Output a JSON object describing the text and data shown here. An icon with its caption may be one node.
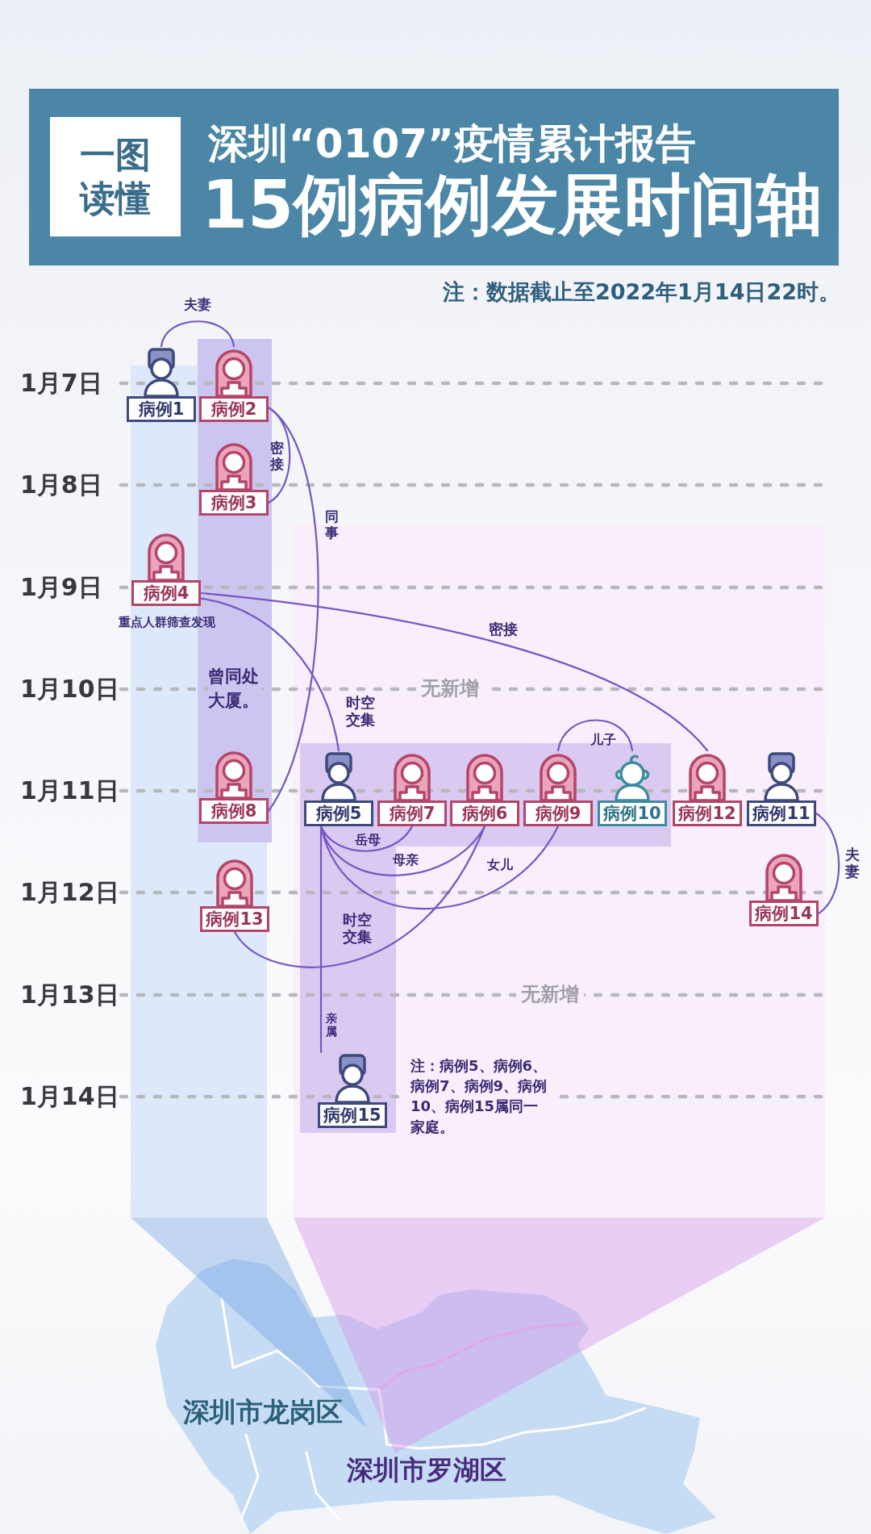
{
  "diagram": {
    "title": "15例病例发展时间轴",
    "nodes": [
      {
        "text": [
          "一图读懂"
        ]
      },
      {
        "text": [
          "病例1"
        ]
      },
      {
        "text": [
          "曾同处大厦。"
        ]
      },
      {
        "text": [
          "病例2"
        ],
        "in": 2
      },
      {
        "text": [
          "病例3"
        ],
        "in": 2
      },
      {
        "text": [
          "病例4"
        ],
        "beside": [
          "重点人群筛查发现"
        ]
      },
      {
        "text": [
          "病例8"
        ],
        "in": 2
      },
      {
        "text": [],
        "shape": "band",
        "beside": [
          "注：病例5、病例6、病例7、病例9、病例10、病例15属同一家庭。"
        ]
      },
      {
        "text": [
          "病例5"
        ],
        "in": 7
      },
      {
        "text": [
          "病例7"
        ],
        "in": 7
      },
      {
        "text": [
          "病例6"
        ],
        "in": 7
      },
      {
        "text": [
          "病例9"
        ],
        "in": 7
      },
      {
        "text": [
          "病例10"
        ],
        "in": 7
      },
      {
        "text": [
          "病例12"
        ]
      },
      {
        "text": [
          "病例11"
        ]
      },
      {
        "text": [
          "病例13"
        ]
      },
      {
        "text": [
          "病例14"
        ]
      },
      {
        "text": [
          "病例15"
        ],
        "in": 7
      }
    ],
    "edges": [
      {
        "from": 1,
        "to": 3,
        "arrow": "none",
        "label": "夫妻"
      },
      {
        "from": 3,
        "to": 4,
        "arrow": "none",
        "label": "密接"
      },
      {
        "from": 3,
        "to": 6,
        "arrow": "none",
        "label": "同事"
      },
      {
        "from": 5,
        "to": 13,
        "arrow": "none",
        "label": "密接"
      },
      {
        "from": 5,
        "to": 8,
        "arrow": "none",
        "label": "时空交集"
      },
      {
        "from": 11,
        "to": 12,
        "arrow": "none",
        "label": "儿子"
      },
      {
        "from": 8,
        "to": 9,
        "arrow": "none",
        "label": "岳母"
      },
      {
        "from": 8,
        "to": 10,
        "arrow": "none",
        "label": "母亲"
      },
      {
        "from": 8,
        "to": 11,
        "arrow": "none",
        "label": "女儿"
      },
      {
        "from": 15,
        "to": 10,
        "arrow": "none",
        "label": "时空交集"
      },
      {
        "from": 8,
        "to": 17,
        "arrow": "none",
        "label": "亲属"
      },
      {
        "from": 14,
        "to": 16,
        "arrow": "none",
        "label": "夫妻"
      }
    ],
    "labels": [
      "深圳“0107”疫情累计报告",
      "注：数据截止至2022年1月14日22时。",
      "1月7日",
      "1月8日",
      "1月9日",
      "1月10日",
      "无新增",
      "1月11日",
      "1月12日",
      "1月13日",
      "无新增",
      "1月14日",
      "深圳市龙岗区",
      "深圳市罗湖区"
    ]
  }
}
